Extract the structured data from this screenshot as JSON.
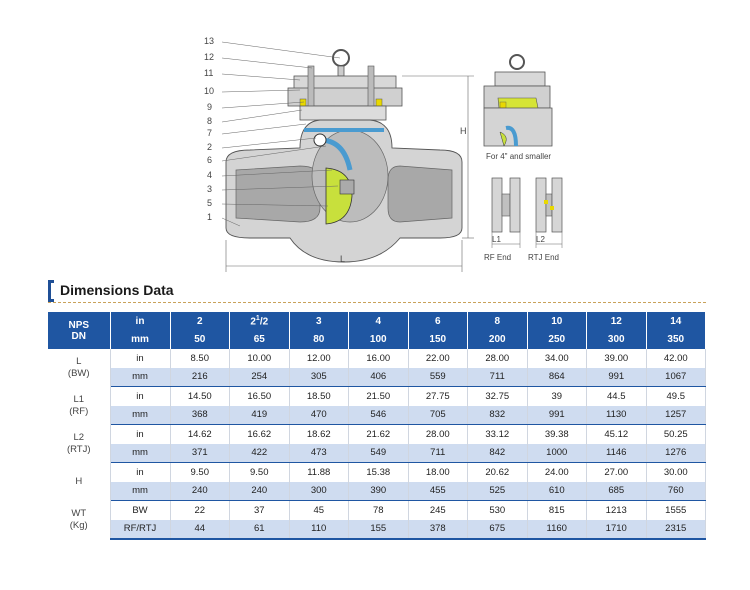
{
  "drawing": {
    "callouts": [
      "13",
      "12",
      "11",
      "10",
      "9",
      "8",
      "7",
      "2",
      "6",
      "4",
      "3",
      "5",
      "1"
    ],
    "height_label": "H",
    "length_label": "L",
    "small_valve_caption": "For 4\" and smaller",
    "rf_end": {
      "dim": "L1",
      "caption": "RF End"
    },
    "rtj_end": {
      "dim": "L2",
      "caption": "RTJ End"
    }
  },
  "section": {
    "title": "Dimensions Data"
  },
  "table": {
    "nps_label": "NPS",
    "dn_label": "DN",
    "in_label": "in",
    "mm_label": "mm",
    "nps": [
      "2",
      "2",
      "3",
      "4",
      "6",
      "8",
      "10",
      "12",
      "14"
    ],
    "nps_frac_sup": "1",
    "nps_frac_sub": "/2",
    "dn": [
      "50",
      "65",
      "80",
      "100",
      "150",
      "200",
      "250",
      "300",
      "350"
    ],
    "rows": [
      {
        "param1": "L",
        "param2": "(BW)",
        "unit1": "in",
        "unit2": "mm",
        "v1": [
          "8.50",
          "10.00",
          "12.00",
          "16.00",
          "22.00",
          "28.00",
          "34.00",
          "39.00",
          "42.00"
        ],
        "v2": [
          "216",
          "254",
          "305",
          "406",
          "559",
          "711",
          "864",
          "991",
          "1067"
        ]
      },
      {
        "param1": "L1",
        "param2": "(RF)",
        "unit1": "in",
        "unit2": "mm",
        "v1": [
          "14.50",
          "16.50",
          "18.50",
          "21.50",
          "27.75",
          "32.75",
          "39",
          "44.5",
          "49.5"
        ],
        "v2": [
          "368",
          "419",
          "470",
          "546",
          "705",
          "832",
          "991",
          "1130",
          "1257"
        ]
      },
      {
        "param1": "L2",
        "param2": "(RTJ)",
        "unit1": "in",
        "unit2": "mm",
        "v1": [
          "14.62",
          "16.62",
          "18.62",
          "21.62",
          "28.00",
          "33.12",
          "39.38",
          "45.12",
          "50.25"
        ],
        "v2": [
          "371",
          "422",
          "473",
          "549",
          "711",
          "842",
          "1000",
          "1146",
          "1276"
        ]
      },
      {
        "param1": "H",
        "param2": "",
        "unit1": "in",
        "unit2": "mm",
        "v1": [
          "9.50",
          "9.50",
          "11.88",
          "15.38",
          "18.00",
          "20.62",
          "24.00",
          "27.00",
          "30.00"
        ],
        "v2": [
          "240",
          "240",
          "300",
          "390",
          "455",
          "525",
          "610",
          "685",
          "760"
        ]
      },
      {
        "param1": "WT",
        "param2": "(Kg)",
        "unit1": "BW",
        "unit2": "RF/RTJ",
        "v1": [
          "22",
          "37",
          "45",
          "78",
          "245",
          "530",
          "815",
          "1213",
          "1555"
        ],
        "v2": [
          "44",
          "61",
          "110",
          "155",
          "378",
          "675",
          "1160",
          "1710",
          "2315"
        ]
      }
    ]
  },
  "colors": {
    "header_blue": "#1f56a2",
    "alt_row": "#cfdcf0",
    "disc_yellow": "#c8e03c"
  }
}
